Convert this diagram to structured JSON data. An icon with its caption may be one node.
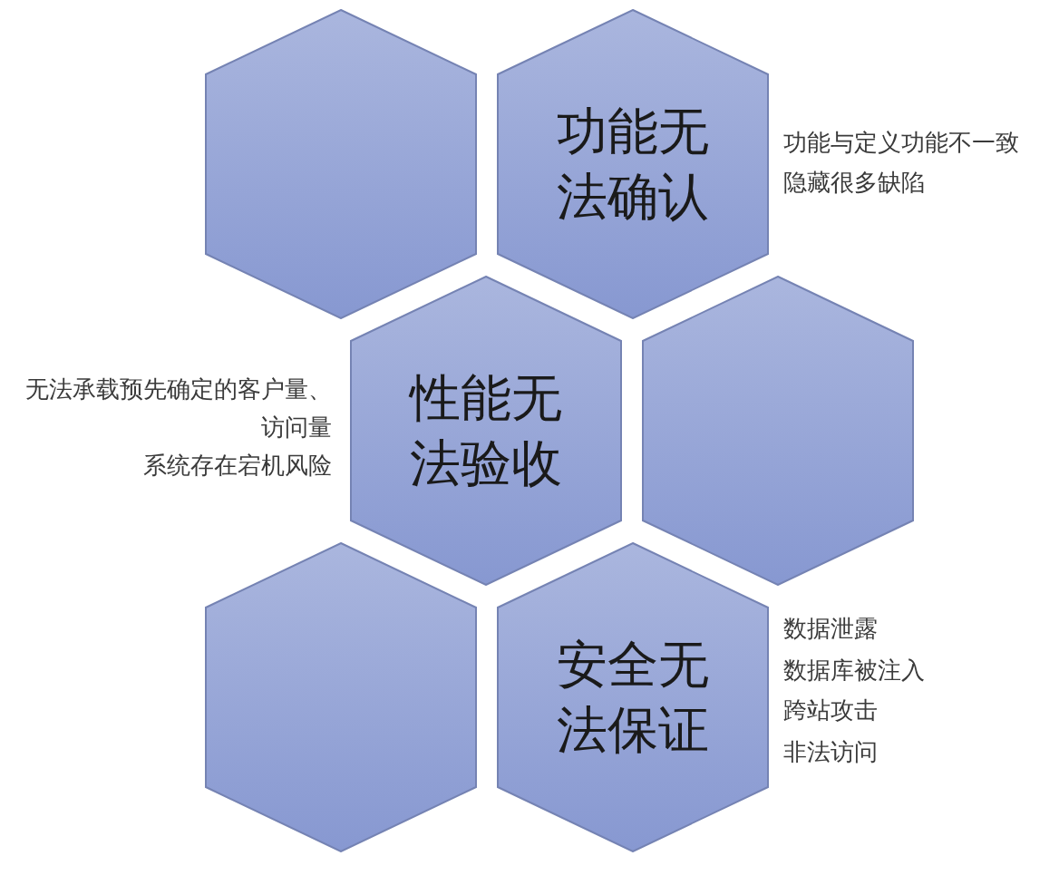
{
  "diagram": {
    "nodes": [
      {
        "text": [],
        "shape": "hexagon"
      },
      {
        "text": [
          "功能无法确认"
        ],
        "beside": [
          "功能与定义功能不一致",
          "隐藏很多缺陷"
        ]
      },
      {
        "text": [
          "性能无法验收"
        ],
        "beside": [
          "无法承载预先确定的客户量、访问量",
          "系统存在宕机风险"
        ]
      },
      {
        "text": [],
        "shape": "hexagon"
      },
      {
        "text": [],
        "shape": "hexagon"
      },
      {
        "text": [
          "安全无法保证"
        ],
        "beside": [
          "数据泄露",
          "数据库被注入",
          "跨站攻击",
          "非法访问"
        ]
      }
    ]
  }
}
